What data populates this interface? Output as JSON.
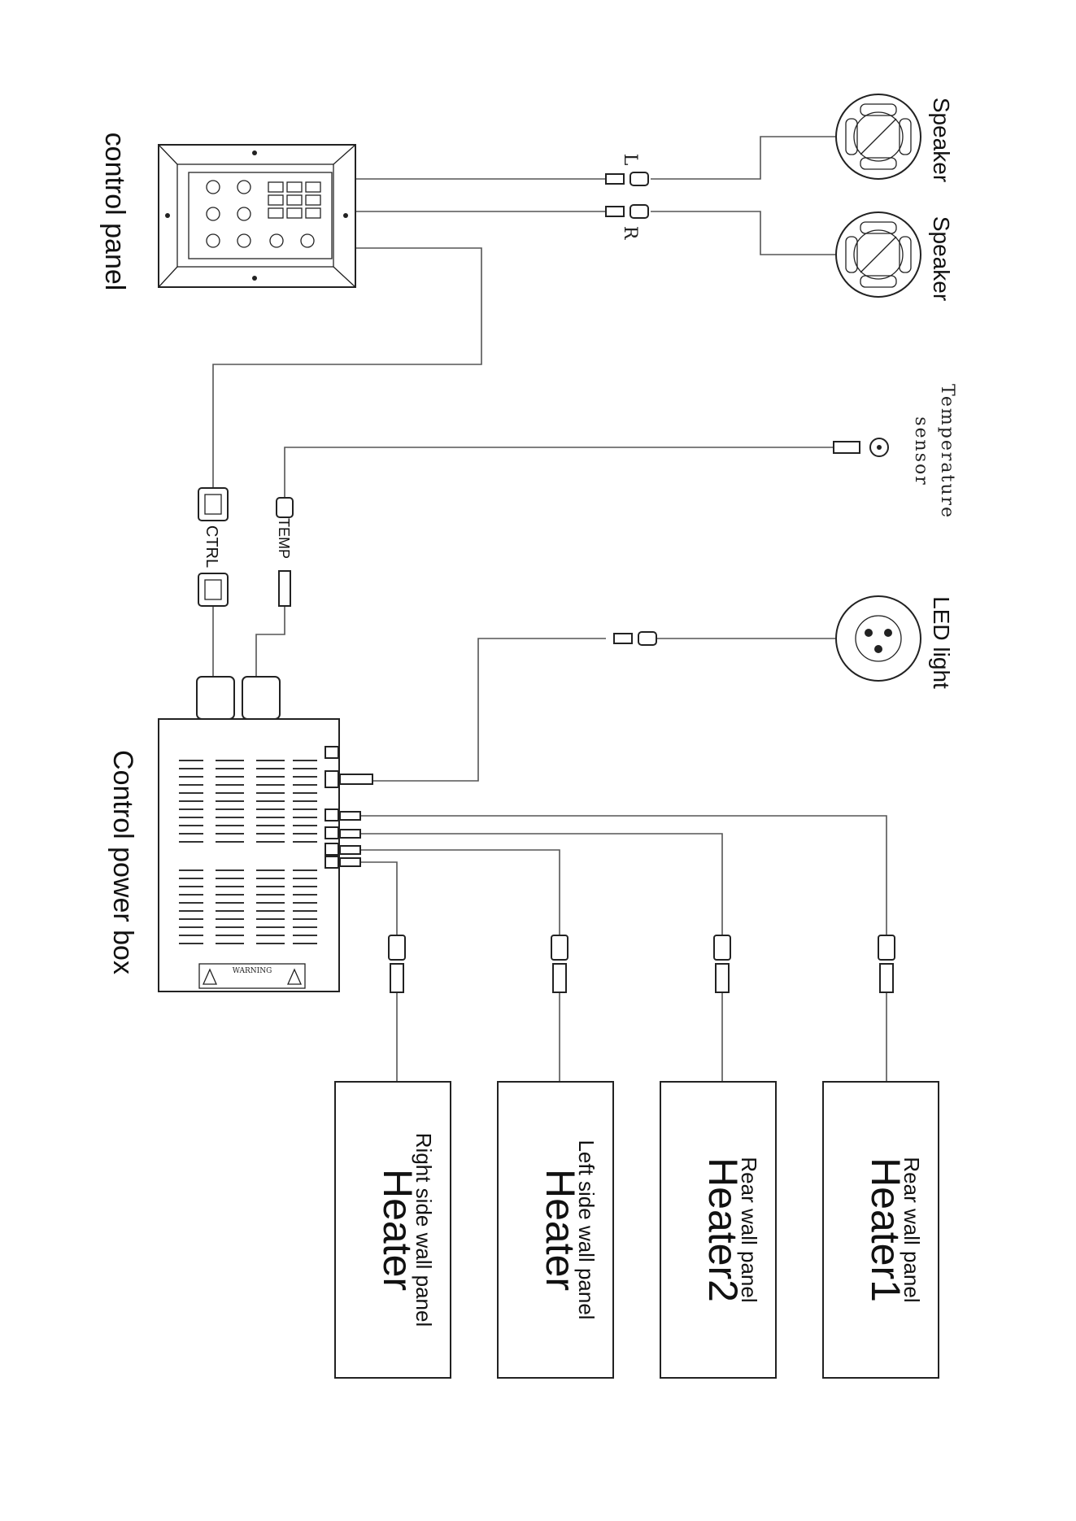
{
  "labels": {
    "control_panel": "control panel",
    "control_power_box": "Control power box",
    "speaker_1": "Speaker",
    "speaker_2": "Speaker",
    "channel_left": "L",
    "channel_right": "R",
    "temperature_sensor_line1": "Temperature",
    "temperature_sensor_line2": "sensor",
    "led_light": "LED light",
    "ctrl_connector": "CTRL",
    "temp_connector": "TEMP",
    "warning": "WARNING"
  },
  "heaters": [
    {
      "title": "Heater1",
      "location": "Rear wall panel"
    },
    {
      "title": "Heater2",
      "location": "Rear wall panel"
    },
    {
      "title": "Heater",
      "location": "Left side wall panel"
    },
    {
      "title": "Heater",
      "location": "Right side wall panel"
    }
  ],
  "colors": {
    "line": "#222222",
    "wire": "#555555",
    "background": "#ffffff"
  }
}
